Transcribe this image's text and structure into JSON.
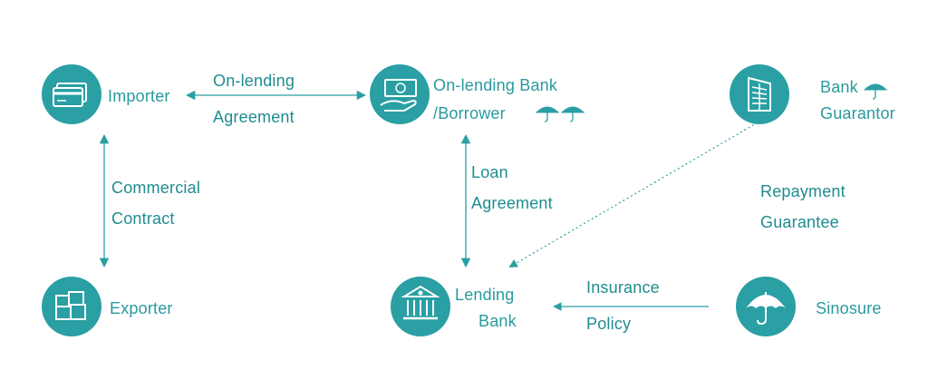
{
  "colors": {
    "teal": "#2a9fa4",
    "teal_dark": "#1f8a8f",
    "line": "#3aa9ad",
    "white": "#ffffff"
  },
  "nodes": {
    "importer": {
      "label": "Importer",
      "icon": "credit-card-icon"
    },
    "onlending_bank": {
      "label_line1": "On-lending Bank",
      "label_line2": "/Borrower",
      "icon": "cash-hand-icon",
      "umbrella_count": 2
    },
    "bank_guarantor": {
      "label_line1": "Bank",
      "label_line2": "Guarantor",
      "icon": "building-icon",
      "umbrella_count": 1
    },
    "exporter": {
      "label": "Exporter",
      "icon": "boxes-icon"
    },
    "lending_bank": {
      "label_line1": "Lending",
      "label_line2": "Bank",
      "icon": "bank-icon"
    },
    "sinosure": {
      "label": "Sinosure",
      "icon": "umbrella-icon"
    }
  },
  "relations": {
    "onlending_agreement": {
      "line1": "On-lending",
      "line2": "Agreement"
    },
    "commercial_contract": {
      "line1": "Commercial",
      "line2": "Contract"
    },
    "loan_agreement": {
      "line1": "Loan",
      "line2": "Agreement"
    },
    "repayment_guarantee": {
      "line1": "Repayment",
      "line2": "Guarantee"
    },
    "insurance_policy": {
      "line1": "Insurance",
      "line2": "Policy"
    }
  }
}
